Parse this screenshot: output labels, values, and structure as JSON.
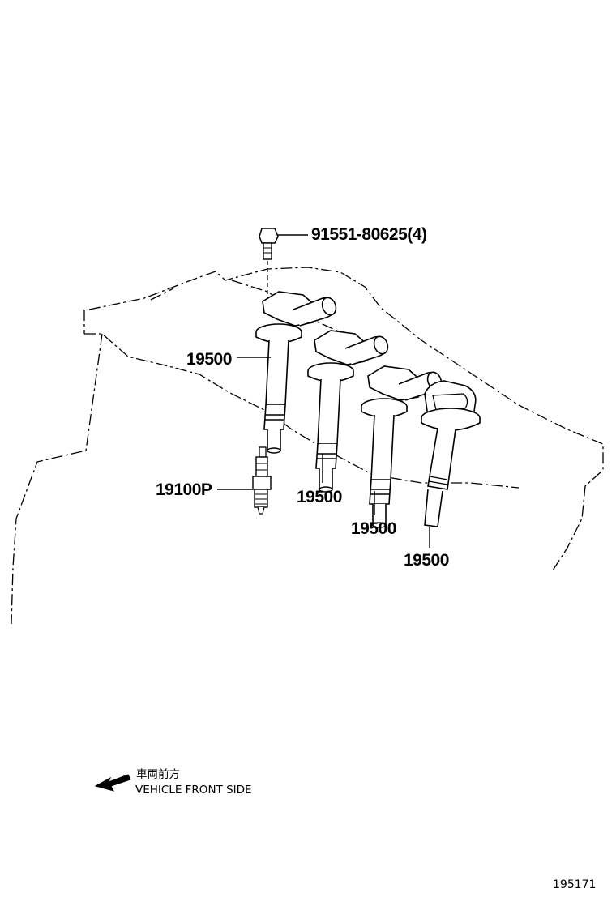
{
  "callouts": {
    "bolt": "91551-80625(4)",
    "coil_1": "19500",
    "coil_2": "19500",
    "coil_3": "19500",
    "coil_4": "19500",
    "spark_plug": "19100P"
  },
  "orientation_note": {
    "japanese": "車両前方",
    "english": "VEHICLE FRONT SIDE"
  },
  "figure_number": "195171"
}
